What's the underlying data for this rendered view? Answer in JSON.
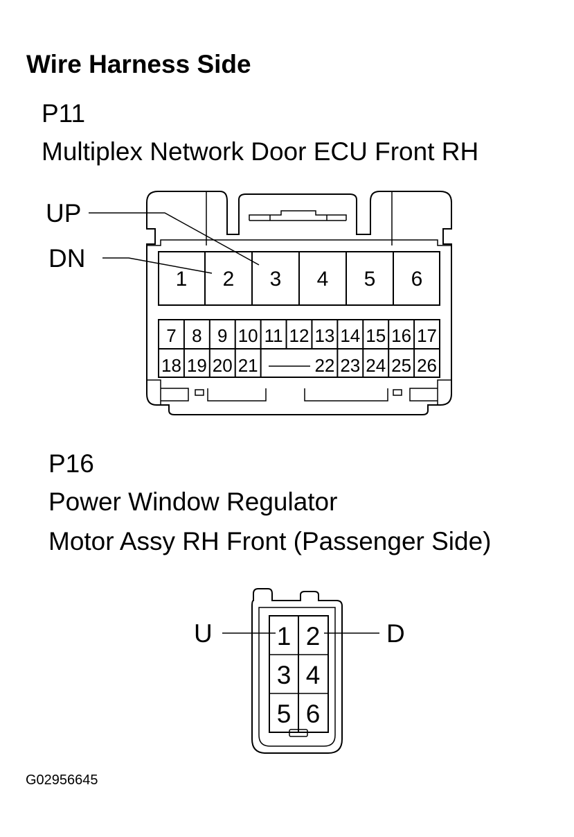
{
  "heading": "Wire Harness Side",
  "connector_p11": {
    "code": "P11",
    "name": "Multiplex Network Door ECU Front RH",
    "callouts": [
      "UP",
      "DN"
    ],
    "top_row_pins": [
      "1",
      "2",
      "3",
      "4",
      "5",
      "6"
    ],
    "middle_row_pins": [
      "7",
      "8",
      "9",
      "10",
      "11",
      "12",
      "13",
      "14",
      "15",
      "16",
      "17"
    ],
    "bottom_row_left_pins": [
      "18",
      "19",
      "20",
      "21"
    ],
    "bottom_row_right_pins": [
      "22",
      "23",
      "24",
      "25",
      "26"
    ]
  },
  "connector_p16": {
    "code": "P16",
    "name_line1": "Power Window Regulator",
    "name_line2": "Motor Assy RH Front (Passenger Side)",
    "callouts": [
      "U",
      "D"
    ],
    "pins": [
      "1",
      "2",
      "3",
      "4",
      "5",
      "6"
    ]
  },
  "figure_id": "G02956645",
  "colors": {
    "ink": "#000000",
    "background": "#ffffff"
  }
}
